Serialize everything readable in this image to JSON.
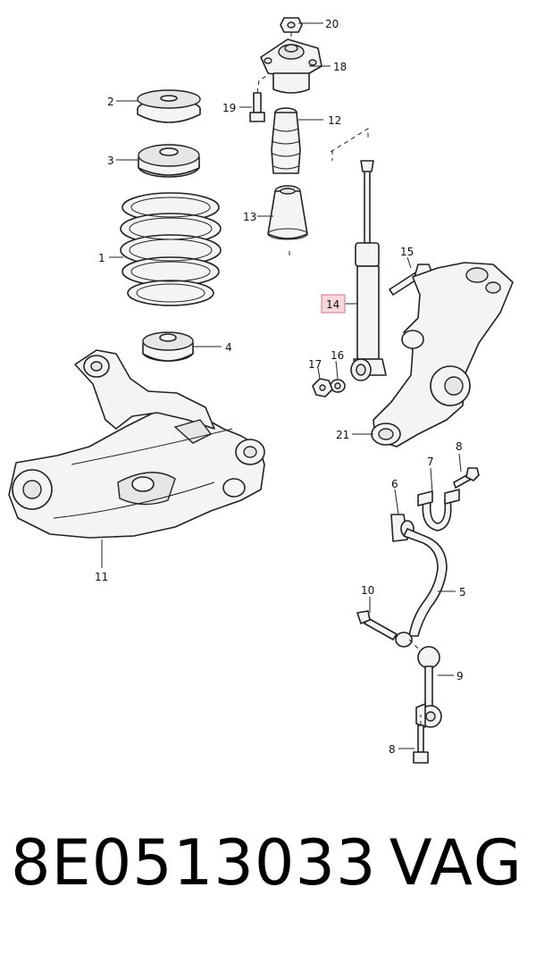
{
  "callouts": {
    "c1": "1",
    "c2": "2",
    "c3": "3",
    "c4": "4",
    "c5": "5",
    "c6": "6",
    "c7": "7",
    "c8a": "8",
    "c8b": "8",
    "c9": "9",
    "c10": "10",
    "c11": "11",
    "c12": "12",
    "c13": "13",
    "c14": "14",
    "c15": "15",
    "c16": "16",
    "c17": "17",
    "c18": "18",
    "c19": "19",
    "c20": "20",
    "c21": "21"
  },
  "highlighted_callout": "14",
  "colors": {
    "highlight_fill": "#f7d6dc",
    "highlight_border": "#d98a98",
    "line": "#222222"
  },
  "footer": {
    "part_number": "8E0513033",
    "brand": "VAG"
  }
}
